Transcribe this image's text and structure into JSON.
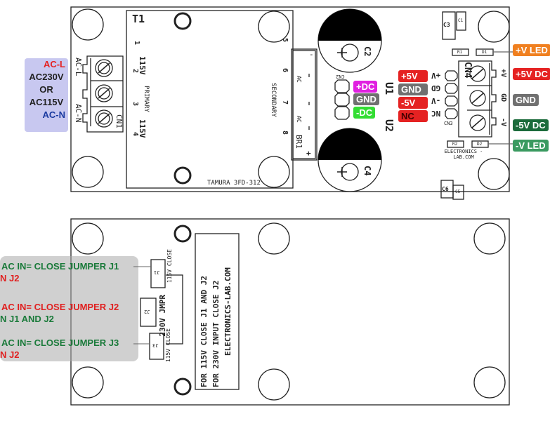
{
  "top_board": {
    "input_label": {
      "ac_l": "AC-L",
      "voltage1": "AC230V",
      "or": "OR",
      "voltage2": "AC115V",
      "ac_n": "AC-N"
    },
    "cn1": {
      "name": "CN1",
      "pin_l": "AC-L",
      "pin_n": "AC-N"
    },
    "transformer": {
      "name": "T1",
      "pin1": "1",
      "pin2": "2",
      "pin3": "3",
      "pin4": "4",
      "v_top": "115V",
      "v_bottom": "115V",
      "primary": "PRIMARY",
      "secondary": "SECONDARY",
      "pin5": "5",
      "pin6": "6",
      "pin7": "7",
      "pin8": "8",
      "model": "TAMURA 3FD-312"
    },
    "bridge": {
      "name": "BR1",
      "ac1": "AC",
      "ac2": "AC",
      "plus": "+",
      "minus": "-"
    },
    "c2": {
      "name": "C2",
      "plus": "+"
    },
    "c4": {
      "name": "C4",
      "plus": "+"
    },
    "cn2": {
      "name": "CN2",
      "labels": [
        "+DC",
        "GND",
        "-DC"
      ]
    },
    "u1": "U1",
    "u2": "U2",
    "cn3": {
      "name": "CN3",
      "pins": [
        "+V",
        "GD",
        "-V",
        "NC"
      ],
      "labels": [
        "+5V",
        "GND",
        "-5V",
        "NC"
      ]
    },
    "cn4": {
      "name": "CN4",
      "pins": [
        "+V",
        "GD",
        "-V"
      ]
    },
    "parts": {
      "c3": "C3",
      "c1": "C1",
      "r1": "R1",
      "d1": "D1",
      "r2": "R2",
      "d2": "D2",
      "c6": "C6",
      "c5": "C5"
    },
    "brand": "ELECTRONICS -LAB.COM",
    "outputs": [
      "+V LED",
      "+5V DC",
      "GND",
      "-5V DC",
      "-V LED"
    ]
  },
  "bottom_board": {
    "note_lines": [
      "FOR 115V CLOSE J1 AND J2",
      "FOR 230V INPUT CLOSE J2",
      "ELECTRONICS-LAB.COM"
    ],
    "j1": "J1",
    "j2": "J2",
    "j3": "J3",
    "j1_note": "115V CLOSE",
    "j2_note": "230V JMPR",
    "j3_note": "115V CLOSE",
    "callouts": [
      {
        "line1": "AC IN= CLOSE JUMPER J1",
        "line2": "N J2"
      },
      {
        "line1": "AC IN= CLOSE JUMPER J2",
        "line2": "N J1 AND J2"
      },
      {
        "line1": "AC IN= CLOSE JUMPER J3",
        "line2": "N J2"
      }
    ]
  },
  "colors": {
    "red": "#e52222",
    "gray": "#707070",
    "magenta": "#e020e0",
    "green": "#33dd33",
    "orange": "#f08020",
    "dark_green": "#1b6b3b",
    "led_green": "#3a9a60",
    "blue": "#1a3aa0",
    "panel": "#c8c8f0"
  }
}
